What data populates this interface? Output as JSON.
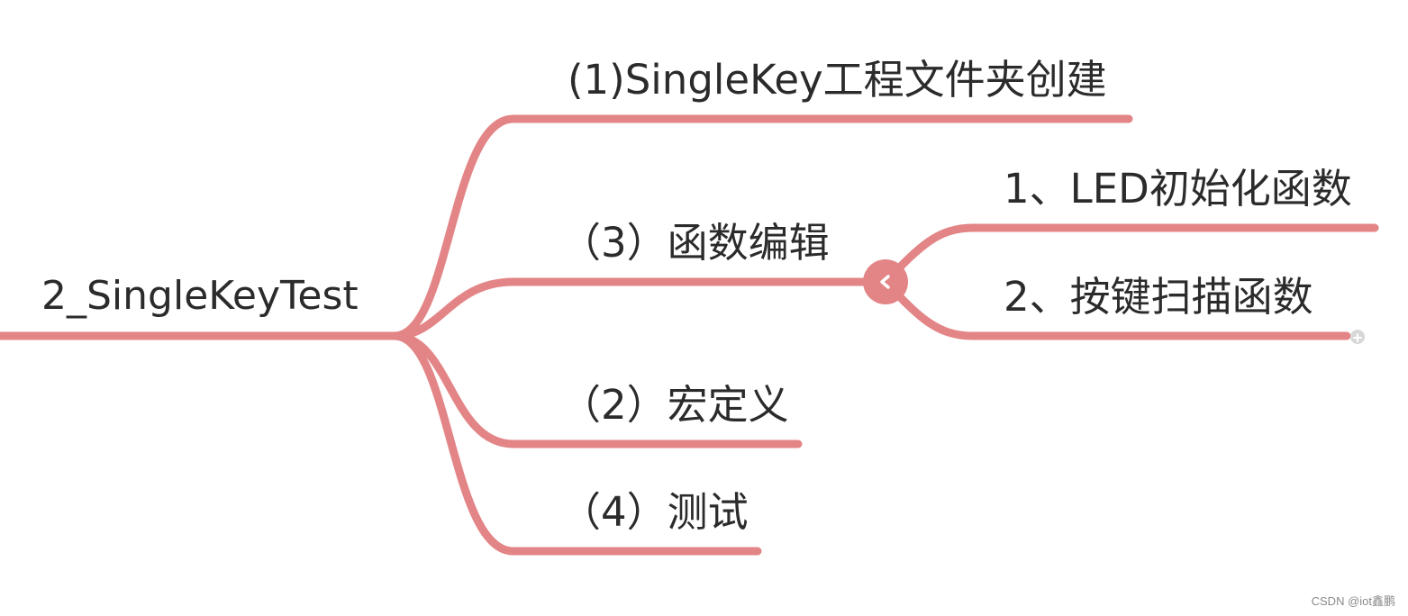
{
  "mindmap": {
    "root": {
      "label": "2_SingleKeyTest"
    },
    "branches": [
      {
        "label": "(1)SingleKey工程文件夹创建"
      },
      {
        "label": "（3）函数编辑",
        "children": [
          {
            "label": "1、LED初始化函数"
          },
          {
            "label": "2、按键扫描函数"
          }
        ]
      },
      {
        "label": "（2）宏定义"
      },
      {
        "label": "（4）测试"
      }
    ]
  },
  "colors": {
    "branch": "#e38586",
    "text": "#2b2b2b",
    "plus": "#d8d8d8"
  },
  "icons": {
    "collapse": "chevron-left-icon",
    "expand": "plus-icon"
  },
  "watermark": "CSDN @iot鑫鹏"
}
